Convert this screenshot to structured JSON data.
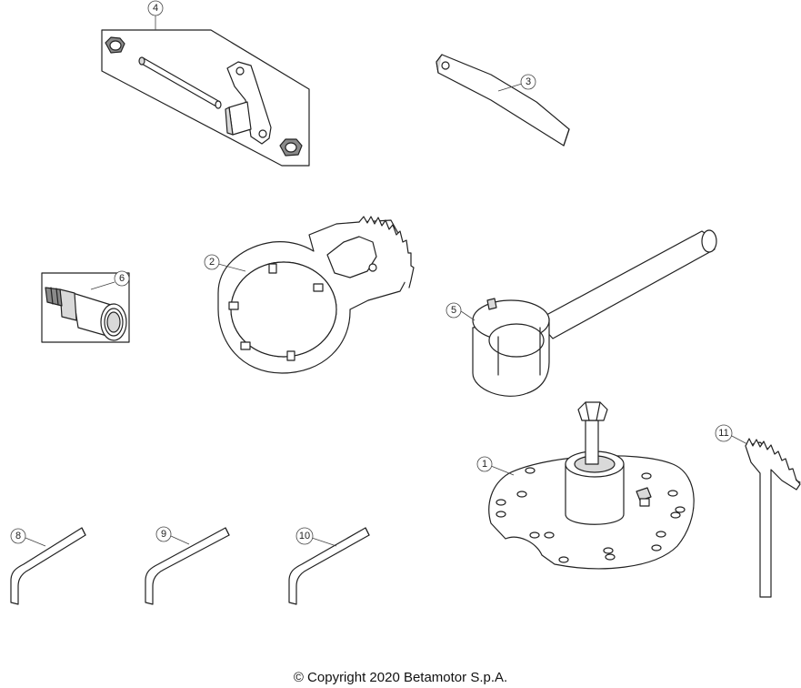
{
  "callouts": [
    "1",
    "2",
    "3",
    "4",
    "5",
    "6",
    "8",
    "9",
    "10",
    "11"
  ],
  "copyright": "© Copyright 2020 Betamotor S.p.A."
}
